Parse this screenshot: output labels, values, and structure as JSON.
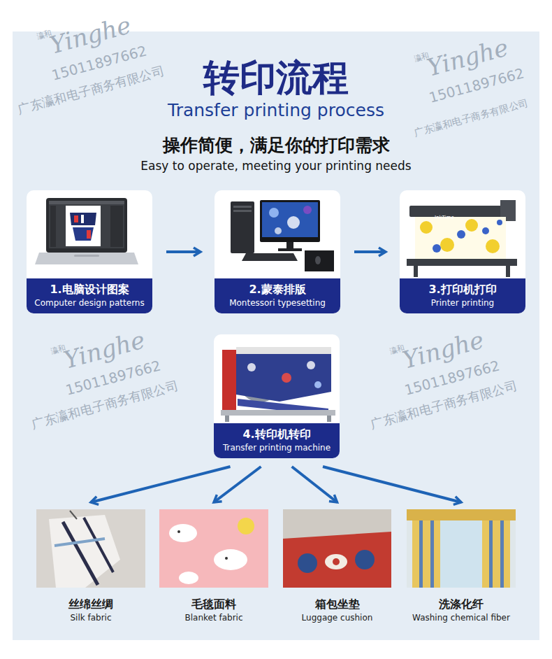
{
  "diagram": {
    "title": "转印流程",
    "nodes": [
      {
        "text": [
          "1.电脑设计图案",
          "Computer design patterns"
        ]
      },
      {
        "text": [
          "2.蒙泰排版",
          "Montessori typesetting"
        ]
      },
      {
        "text": [
          "3.打印机打印",
          "Printer printing"
        ]
      },
      {
        "text": [
          "4.转印机转印",
          "Transfer printing machine"
        ]
      },
      {
        "text": [
          "丝绵丝绸",
          "Silk fabric"
        ]
      },
      {
        "text": [
          "毛毯面料",
          "Blanket fabric"
        ]
      },
      {
        "text": [
          "箱包坐垫",
          "Luggage cushion"
        ]
      },
      {
        "text": [
          "洗涤化纤",
          "Washing chemical fiber"
        ]
      }
    ],
    "edges": [
      {
        "from": 0,
        "to": 1,
        "arrow": "to"
      },
      {
        "from": 1,
        "to": 2,
        "arrow": "to"
      },
      {
        "from": 3,
        "to": 4,
        "arrow": "to"
      },
      {
        "from": 3,
        "to": 5,
        "arrow": "to"
      },
      {
        "from": 3,
        "to": 6,
        "arrow": "to"
      },
      {
        "from": 3,
        "to": 7,
        "arrow": "to"
      }
    ],
    "labels": [
      "Transfer printing process",
      "操作简便，满足你的打印需求",
      "Easy to operate, meeting your printing needs",
      "InkTime",
      "瀛和",
      "Yinghe",
      "15011897662",
      "广东瀛和电子商务有限公司",
      "瀛和",
      "Yinghe",
      "15011897662",
      "广东瀛和电子商务有限公司",
      "瀛和",
      "Yinghe",
      "15011897662",
      "广东瀛和电子商务有限公司",
      "瀛和",
      "Yinghe",
      "15011897662",
      "广东瀛和电子商务有限公司"
    ]
  }
}
